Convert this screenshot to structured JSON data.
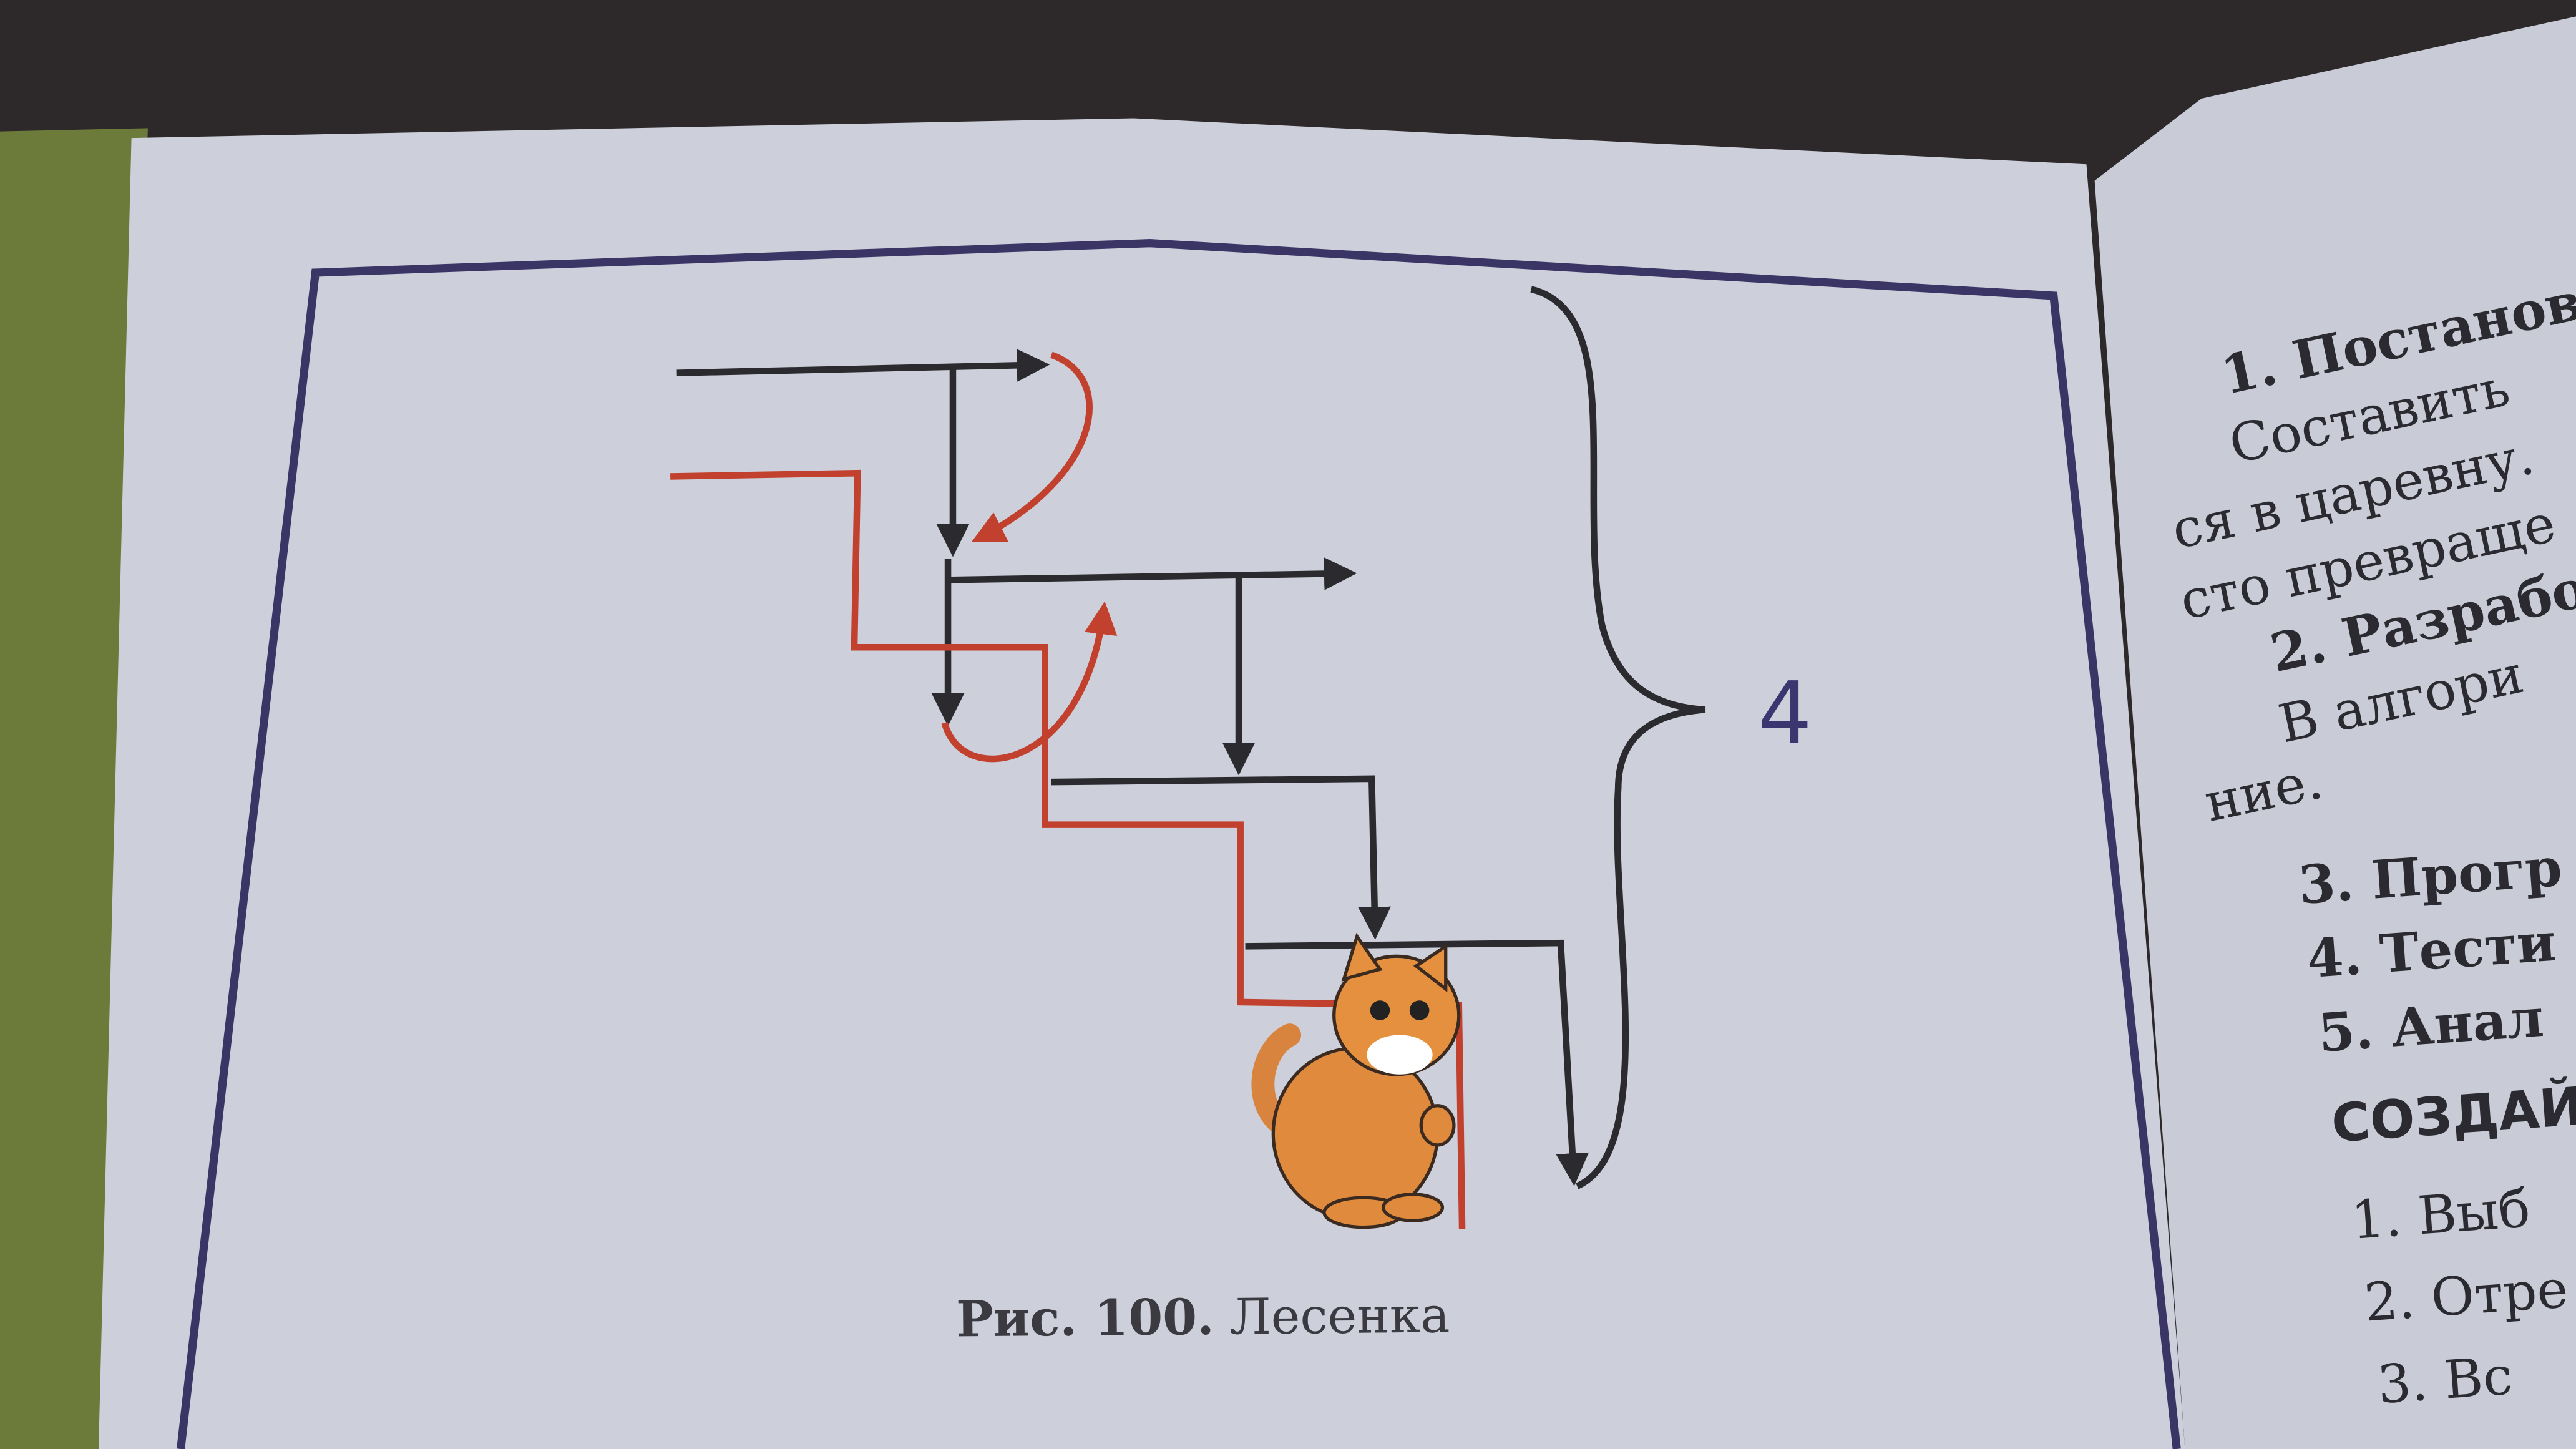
{
  "figure": {
    "caption_number": "Рис. 100.",
    "caption_title": "Лесенка",
    "brace_label": "4"
  },
  "right_page": {
    "lines": [
      "1. Постанов",
      "Составить",
      "ся в царевну.",
      "сто превраще",
      "2. Разрабо",
      "В алгори",
      "ние.",
      "3. Прогр",
      "4. Тести",
      "5. Анал",
      "СОЗДАЙ",
      "1. Выб",
      "2. Отре",
      "3. Вс"
    ]
  },
  "colors": {
    "frame": "#3b3566",
    "black_path": "#2b2b2f",
    "red_path": "#c2412e",
    "page": "#cfd2dc",
    "label": "#3b3570"
  }
}
